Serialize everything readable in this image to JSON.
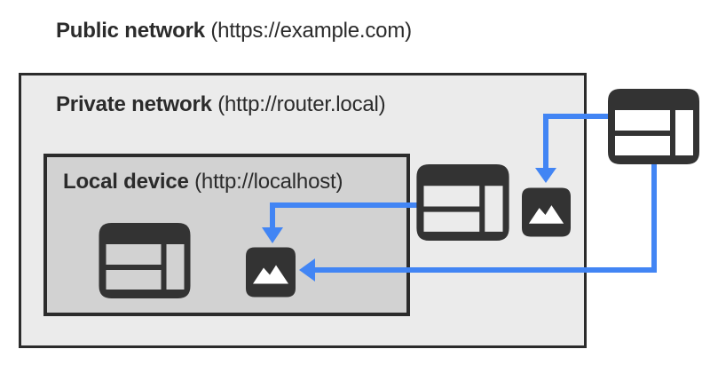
{
  "labels": {
    "public_network": {
      "bold": "Public network",
      "detail": " (https://example.com)"
    },
    "private_network": {
      "bold": "Private network",
      "detail": " (http://router.local)"
    },
    "local_device": {
      "bold": "Local device",
      "detail": " (http://localhost)"
    }
  },
  "colors": {
    "arrow_blue": "#4285F4",
    "icon_dark": "#333333",
    "box_border": "#2B2B2B",
    "private_network_bg": "#EBEBEB",
    "local_device_bg": "#D2D2D2",
    "text": "#2B2B2B",
    "page_bg": "#FFFFFF"
  },
  "icons": {
    "browser_window": "browser-window-icon",
    "image": "image-icon"
  },
  "nodes": {
    "public_browser": {
      "icon": "browser_window",
      "zone": "public_network"
    },
    "private_browser": {
      "icon": "browser_window",
      "zone": "private_network"
    },
    "private_image": {
      "icon": "image",
      "zone": "private_network"
    },
    "local_browser": {
      "icon": "browser_window",
      "zone": "local_device"
    },
    "local_image": {
      "icon": "image",
      "zone": "local_device"
    }
  },
  "arrows": [
    {
      "from": "public_browser",
      "to": "private_image"
    },
    {
      "from": "public_browser",
      "to": "local_image"
    },
    {
      "from": "private_browser",
      "to": "local_image"
    }
  ]
}
